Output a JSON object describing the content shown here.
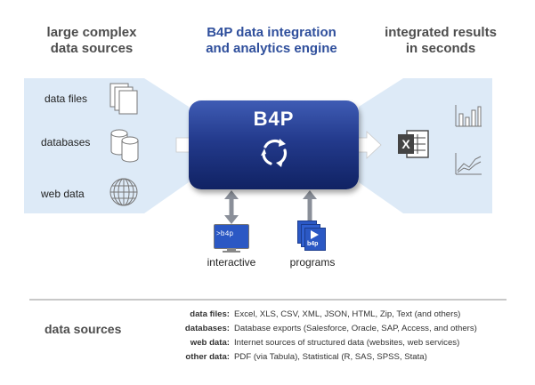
{
  "headers": {
    "left": [
      "large complex",
      "data sources"
    ],
    "center": [
      "B4P data integration",
      "and analytics engine"
    ],
    "right": [
      "integrated results",
      "in seconds"
    ]
  },
  "inputs": [
    "data files",
    "databases",
    "web data"
  ],
  "engine": {
    "title": "B4P"
  },
  "interactive": {
    "icon_text": ">b4p",
    "label": "interactive"
  },
  "programs": {
    "icon_text": "b4p",
    "label": "programs"
  },
  "data_sources": {
    "title": "data sources",
    "rows": [
      {
        "key": "data files:",
        "value": "Excel, XLS, CSV,  XML, JSON, HTML, Zip, Text (and others)"
      },
      {
        "key": "databases:",
        "value": "Database exports (Salesforce, Oracle, SAP,  Access, and others)"
      },
      {
        "key": "web data:",
        "value": "Internet sources of structured data (websites, web services)"
      },
      {
        "key": "other data:",
        "value": "PDF (via Tabula), Statistical (R, SAS, SPSS, Stata)"
      }
    ]
  },
  "colors": {
    "panel": "#ddeaf7",
    "engine_dark": "#102263",
    "engine_light": "#3f5cb4",
    "header_blue": "#2f4f9c",
    "excel": "#333333"
  }
}
